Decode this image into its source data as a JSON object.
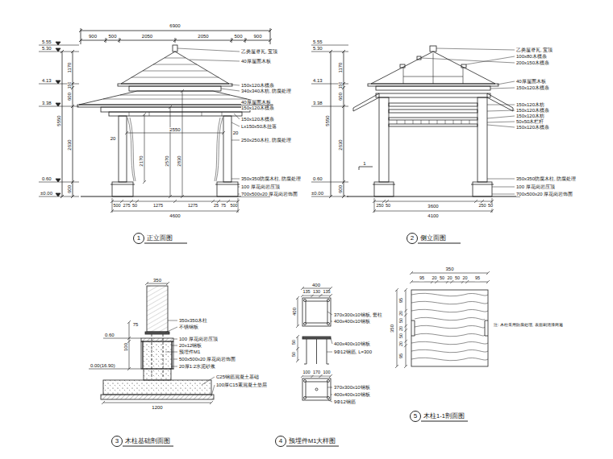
{
  "diagram": {
    "nodes": [
      {
        "text": [
          "1"
        ]
      },
      {
        "text": [
          "2"
        ]
      },
      {
        "text": [
          "3"
        ]
      },
      {
        "text": [
          "4"
        ]
      },
      {
        "text": [
          "5"
        ]
      }
    ],
    "labels": [
      "6900",
      "900",
      "500",
      "2050",
      "2050",
      "500",
      "900",
      "5.55",
      "5.30",
      "4.13",
      "3.38",
      "0.60",
      "±0.00",
      "5550",
      "1170",
      "150",
      "600",
      "2630",
      "600",
      "20",
      "2550",
      "2170",
      "2570",
      "2830",
      "20",
      "500",
      "275",
      "50",
      "1275",
      "1275",
      "25",
      "75",
      "500",
      "4600",
      "乙类屋脊瓦, 宝顶",
      "40厚屋面木板",
      "150x120木檩条",
      "340x340木枋, 防腐处理",
      "40厚屋面木板",
      "150x120木檩条",
      "150x120木檩条",
      "Lx150x50木挂落",
      "250x250木柱, 防腐处理",
      "350x350防腐木柱, 防腐处理",
      "100 厚花岗岩压顶",
      "700x500x20 厚花岗岩饰面",
      "正立面图",
      "5.55",
      "5.30",
      "4.13",
      "3.38",
      "0.60",
      "±0.00",
      "5550",
      "1170",
      "150",
      "600",
      "2630",
      "600",
      "1",
      "250",
      "50",
      "3600",
      "250",
      "50",
      "4100",
      "乙类屋脊瓦, 宝顶",
      "100x80木檩条",
      "200x150木檩条",
      "40厚屋面木板",
      "150x120木檩条",
      "150x120木枋",
      "150x120木檩条",
      "150x120木枋",
      "50x50木栏杆",
      "150x120木檩条",
      "350x350防腐木柱, 防腐处理",
      "100 厚花岗岩压顶",
      "700x500x20 厚花岗岩饰面",
      "侧立面图",
      "350",
      "0.60",
      "0.00(16.90)",
      "75",
      "100",
      "1200",
      "350x350木柱",
      "不锈钢板",
      "100 厚花岗岩压顶",
      "20x12钢板",
      "预埋件M1",
      "500x500x20 厚花岗岩饰面",
      "20厚1:2水泥砂浆",
      "C25钢筋混凝土基础",
      "100厚C15素混凝土垫层",
      "木柱基础剖面图",
      "400",
      "135",
      "130",
      "135",
      "400",
      "370x300x10钢板, 套柱",
      "400x400x10钢板",
      "50",
      "50",
      "400x400x10钢板",
      "9Φ12钢筋, L=300",
      "100",
      "170",
      "100",
      "370x300x10钢板",
      "400x400x10钢板",
      "9Φ12钢筋",
      "预埋件M1大样图",
      "350",
      "95",
      "20",
      "50",
      "20",
      "50",
      "20",
      "95",
      "350",
      "95",
      "20",
      "50",
      "20",
      "50",
      "20",
      "95",
      "注: 木柱采用防腐处理, 表面刷清漆两遍",
      "木柱1-1剖面图"
    ]
  }
}
